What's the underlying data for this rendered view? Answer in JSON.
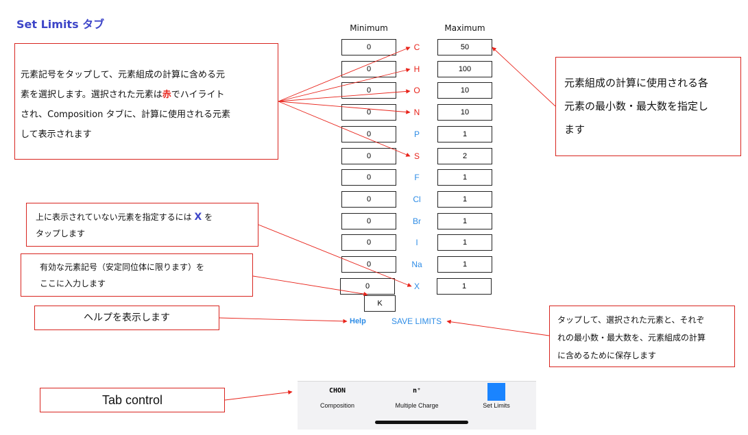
{
  "page": {
    "title": "Set Limits タブ"
  },
  "columns": {
    "minimum": "Minimum",
    "maximum": "Maximum"
  },
  "rows": [
    {
      "element": "C",
      "min": "0",
      "max": "50",
      "selected": true
    },
    {
      "element": "H",
      "min": "0",
      "max": "100",
      "selected": true
    },
    {
      "element": "O",
      "min": "0",
      "max": "10",
      "selected": true
    },
    {
      "element": "N",
      "min": "0",
      "max": "10",
      "selected": true
    },
    {
      "element": "P",
      "min": "0",
      "max": "1",
      "selected": false
    },
    {
      "element": "S",
      "min": "0",
      "max": "2",
      "selected": true
    },
    {
      "element": "F",
      "min": "0",
      "max": "1",
      "selected": false
    },
    {
      "element": "Cl",
      "min": "0",
      "max": "1",
      "selected": false
    },
    {
      "element": "Br",
      "min": "0",
      "max": "1",
      "selected": false
    },
    {
      "element": "I",
      "min": "0",
      "max": "1",
      "selected": false
    },
    {
      "element": "Na",
      "min": "0",
      "max": "1",
      "selected": false
    },
    {
      "element": "X",
      "min": "0",
      "max": "1",
      "selected": false
    }
  ],
  "x_symbol_input": {
    "value": "K"
  },
  "actions": {
    "help": "Help",
    "save": "SAVE LIMITS"
  },
  "annotations": {
    "select_elements": {
      "line1": "元素記号をタップして、元素組成の計算に含める元",
      "line2a": "素を選択します。選択された元素は",
      "line2_highlight": "赤",
      "line2b": "でハイライト",
      "line3": "され、Composition タブに、計算に使用される元素",
      "line4": "して表示されます"
    },
    "min_max": {
      "line1": "元素組成の計算に使用される各",
      "line2": "元素の最小数・最大数を指定し",
      "line3": "ます"
    },
    "x_element": {
      "line1a": "上に表示されていない元素を指定するには ",
      "line1_bold": "X",
      "line1b": " を",
      "line2": "タップします"
    },
    "valid_symbol": {
      "line1": "有効な元素記号（安定同位体に限ります）を",
      "line2": "ここに入力します"
    },
    "help": {
      "line1": "ヘルプを表示します"
    },
    "save": {
      "line1": "タップして、選択された元素と、それぞ",
      "line2": "れの最小数・最大数を、元素組成の計算",
      "line3": "に含めるために保存します"
    },
    "tab_control": {
      "line1": "Tab control"
    }
  },
  "tabs": [
    {
      "icon_text": "CHON",
      "label": "Composition",
      "icon": "chon-icon"
    },
    {
      "icon_text": "n⁺",
      "label": "Multiple Charge",
      "icon": "charge-icon"
    },
    {
      "icon_text": "",
      "label": "Set Limits",
      "icon": "set-limits-icon",
      "active": true
    }
  ],
  "colors": {
    "title": "#3d45c8",
    "selected": "#e8231a",
    "unselected": "#2d8ce6",
    "annotation_border": "#d8231d",
    "active_tab": "#1a84ff"
  }
}
